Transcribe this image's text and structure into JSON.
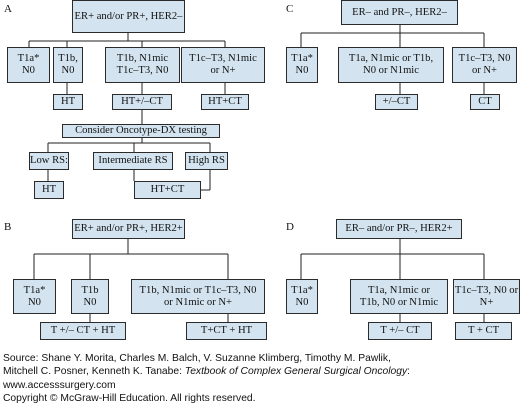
{
  "panels": {
    "A": {
      "label": "A",
      "root": "ER+ and/or PR+, HER2–",
      "c1": "T1a*\nN0",
      "c2": "T1b,\nN0",
      "c3": "T1b, N1mic\nT1c–T3, N0",
      "c4": "T1c–T3, N1mic\nor N+",
      "t2": "HT",
      "t3": "HT+/–CT",
      "t4": "HT+CT",
      "oncotype": "Consider Oncotype-DX testing",
      "low": "Low RS:",
      "intermediate": "Intermediate RS",
      "high": "High RS",
      "low_t": "HT",
      "final_t": "HT+CT"
    },
    "B": {
      "label": "B",
      "root": "ER+ and/or PR+, HER2+",
      "c1": "T1a*\nN0",
      "c2": "T1b\nN0",
      "c3": "T1b, N1mic or T1c–T3, N0\nor N1mic or N+",
      "t2": "T +/– CT + HT",
      "t3": "T+CT + HT"
    },
    "C": {
      "label": "C",
      "root": "ER– and PR–, HER2–",
      "c1": "T1a*\nN0",
      "c2": "T1a, N1mic or T1b,\nN0 or N1mic",
      "c3": "T1c–T3, N0\nor N+",
      "t2": "+/–CT",
      "t3": "CT"
    },
    "D": {
      "label": "D",
      "root": "ER– and/or PR–, HER2+",
      "c1": "T1a*\nN0",
      "c2": "T1a, N1mic or\nT1b, N0 or N1mic",
      "c3": "T1c–T3, N0 or\nN+",
      "t2": "T +/– CT",
      "t3": "T + CT"
    }
  },
  "footer": {
    "source_prefix": "Source: Shane Y. Morita, Charles M. Balch, V. Suzanne Klimberg, Timothy M. Pawlik,",
    "source_line2": "Mitchell C. Posner, Kenneth K. Tanabe: ",
    "book_title": "Textbook of Complex General Surgical Oncology",
    "book_suffix": ":",
    "url": "www.accesssurgery.com",
    "copyright": "Copyright © McGraw-Hill Education. All rights reserved."
  }
}
